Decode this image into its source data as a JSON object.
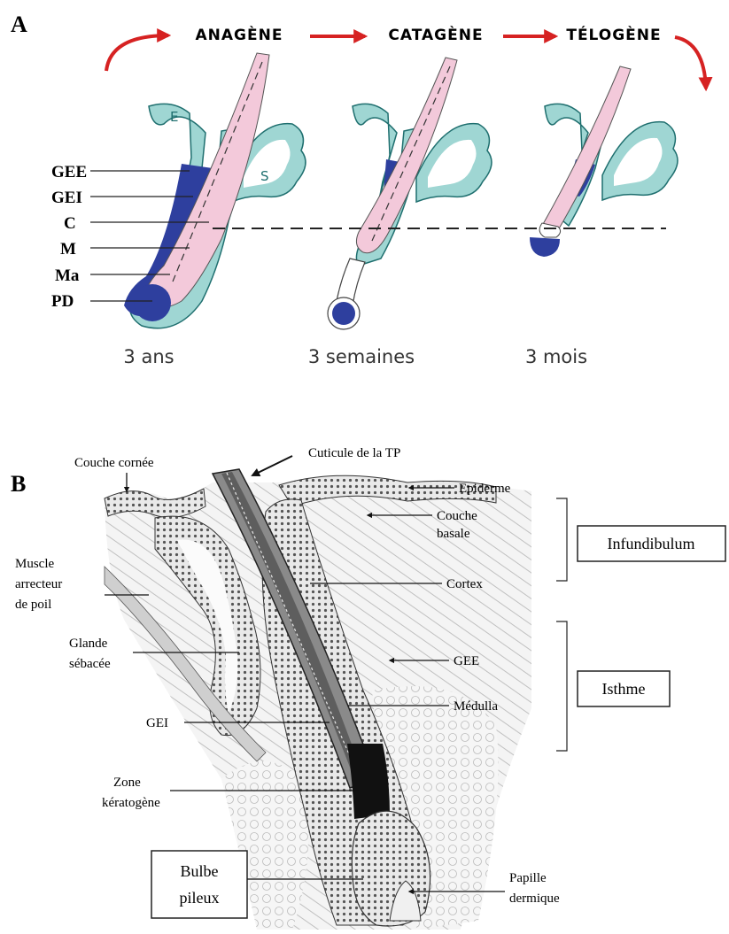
{
  "panel_a": {
    "letter": "A",
    "phases": [
      "ANAGÈNE",
      "CATAGÈNE",
      "TÉLOGÈNE"
    ],
    "durations": [
      "3 ans",
      "3 semaines",
      "3 mois"
    ],
    "labels": [
      "GEE",
      "GEI",
      "C",
      "M",
      "Ma",
      "PD"
    ],
    "glyph_e": "E",
    "glyph_s": "S",
    "colors": {
      "outer_sheath": "#9fd6d3",
      "inner_sheath": "#2e3f9e",
      "hair_shaft": "#f3c9da",
      "arrow": "#d62222"
    }
  },
  "panel_b": {
    "letter": "B",
    "labels": {
      "couche_cornee": "Couche cornée",
      "cuticule": "Cuticule de la TP",
      "epiderme": "Epiderme",
      "couche_basale_1": "Couche",
      "couche_basale_2": "basale",
      "muscle_1": "Muscle",
      "muscle_2": "arrecteur",
      "muscle_3": "de poil",
      "cortex": "Cortex",
      "glande_1": "Glande",
      "glande_2": "sébacée",
      "gee": "GEE",
      "medulla": "Médulla",
      "gei": "GEI",
      "zone_1": "Zone",
      "zone_2": "kératogène",
      "papille_1": "Papille",
      "papille_2": "dermique"
    },
    "boxes": {
      "infundibulum": "Infundibulum",
      "isthme": "Isthme",
      "bulbe_1": "Bulbe",
      "bulbe_2": "pileux"
    }
  }
}
